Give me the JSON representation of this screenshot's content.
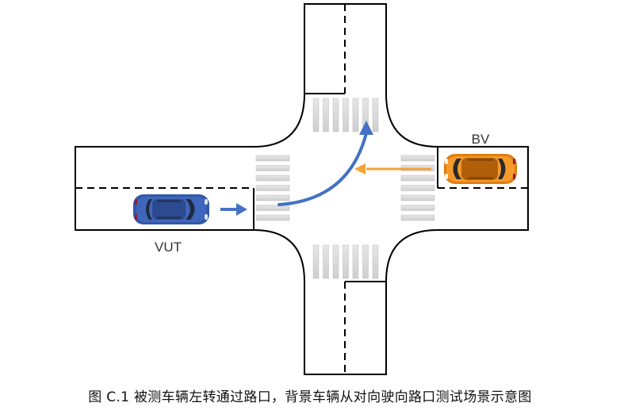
{
  "diagram": {
    "vut_label": "VUT",
    "bv_label": "BV",
    "colors": {
      "vut_car": "#3458a8",
      "vut_arrow": "#4472c4",
      "bv_car": "#f08c1a",
      "bv_arrow": "#f4a338",
      "road_edge": "#000000",
      "crosswalk": "#d9d9d9"
    },
    "icons": [
      "blue-car-icon",
      "orange-car-icon",
      "right-arrow-icon",
      "left-arrow-icon",
      "curved-left-turn-arrow-icon"
    ]
  },
  "caption": "图 C.1  被测车辆左转通过路口，背景车辆从对向驶向路口测试场景示意图"
}
